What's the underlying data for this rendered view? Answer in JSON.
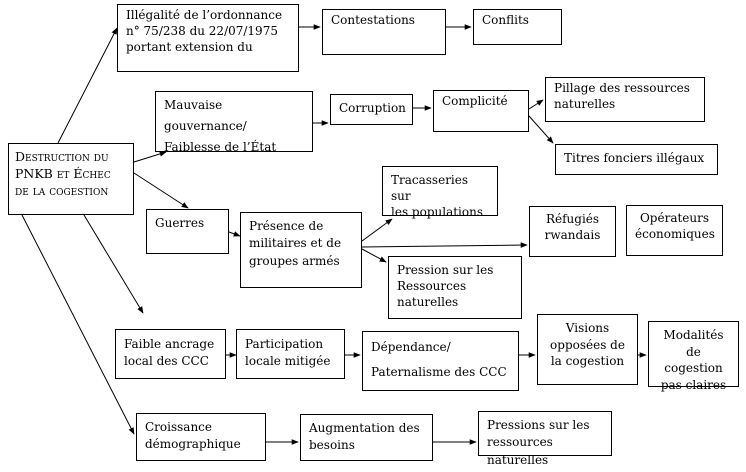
{
  "diagram": {
    "nodes": {
      "root": "Destruction du\nPNKB et Échec\nde la cogestion",
      "illegal": "Illégalité de l’ordonnance\nn° 75/238 du 22/07/1975\nportant extension du",
      "contest": "Contestations",
      "conflits": "Conflits",
      "gouv": "Mauvaise gouvernance/\nFaiblesse de l’État",
      "corruption": "Corruption",
      "complicite": "Complicité",
      "pillage": "Pillage des ressources\nnaturelles",
      "titres": "Titres fonciers illégaux",
      "tracasseries": "Tracasseries sur\nles populations",
      "guerres": "Guerres",
      "militaires": "Présence de\nmilitaires et de\ngroupes armés",
      "refugies": "Réfugiés\nrwandais",
      "operateurs": "Opérateurs\néconomiques",
      "pression": "Pression sur les\nRessources\nnaturelles",
      "ancrage": "Faible ancrage\nlocal des CCC",
      "participation": "Participation\nlocale mitigée",
      "dependance": "Dépendance/\nPaternalisme des CCC",
      "visions": "Visions\nopposées de\nla cogestion",
      "modalites": "Modalités\nde cogestion\npas claires",
      "croissance": "Croissance\ndémographique",
      "besoins": "Augmentation des\nbesoins",
      "pressions": "Pressions sur les\nressources naturelles"
    }
  }
}
